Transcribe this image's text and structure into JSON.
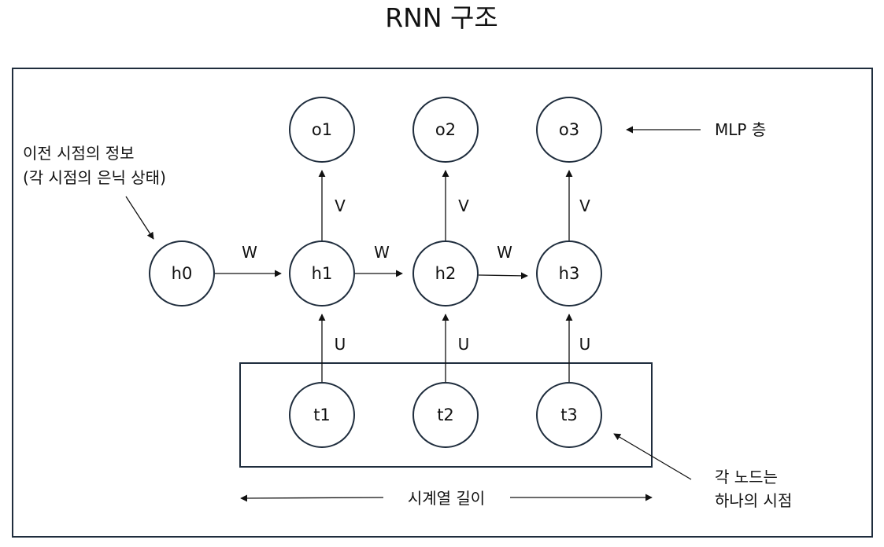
{
  "title": "RNN 구조",
  "nodes": {
    "h0": "h0",
    "h1": "h1",
    "h2": "h2",
    "h3": "h3",
    "o1": "o1",
    "o2": "o2",
    "o3": "o3",
    "t1": "t1",
    "t2": "t2",
    "t3": "t3"
  },
  "edge_labels": {
    "w": "W",
    "v": "V",
    "u": "U"
  },
  "annotations": {
    "prev_info_line1": "이전 시점의 정보",
    "prev_info_line2": "(각 시점의 은닉 상태)",
    "mlp_layer": "MLP 층",
    "each_node_line1": "각 노드는",
    "each_node_line2": "하나의 시점",
    "sequence_length": "시계열 길이"
  }
}
